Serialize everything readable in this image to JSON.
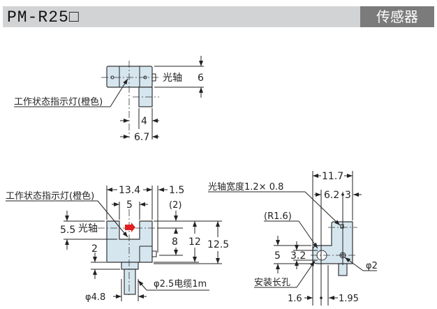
{
  "header": {
    "title": "PM-R25□",
    "category": "传感器"
  },
  "top_view": {
    "indicator_label": "工作状态指示灯(橙色)",
    "optical_axis": "光轴",
    "dim_height": "6",
    "dim_a": "4",
    "dim_b": "6.7"
  },
  "front_view": {
    "indicator_label": "工作状态指示灯(橙色)",
    "optical_axis": "光轴",
    "dim_width": "13.4",
    "dim_side": "1.5",
    "dim_slot": "5",
    "dim_2p": "(2)",
    "dim_axis": "5.5",
    "dim_bottom": "2",
    "dim_8": "8",
    "dim_12": "12",
    "dim_125": "12.5",
    "cable_label": "φ2.5电缆1m",
    "cable_dia": "φ4.8"
  },
  "side_view": {
    "axis_width_label": "光轴宽度1.2× 0.8",
    "dim_width": "11.7",
    "dim_62": "6.2",
    "dim_3": "3",
    "radius": "(R1.6)",
    "dim_5": "5",
    "dim_32": "3.2",
    "slot_label": "安装长孔",
    "dim_16": "1.6",
    "dim_195": "1.95",
    "hole": "φ2"
  },
  "colors": {
    "body": "#d6e6ef",
    "indicator": "#e02020",
    "header": "#d2d3d5",
    "badge": "#7b7b7b"
  }
}
